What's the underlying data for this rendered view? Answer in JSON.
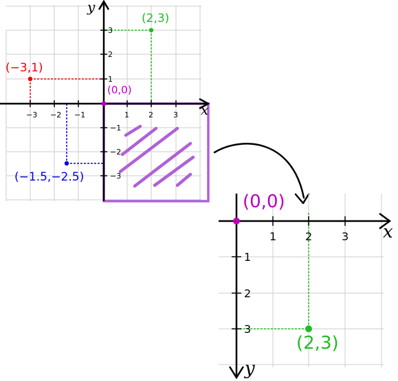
{
  "colors": {
    "red": "#ee0000",
    "green": "#22bb22",
    "blue": "#0000dd",
    "magenta": "#bb00bb",
    "purple": "#b060d8",
    "grid": "#cccccc",
    "axis": "#000000"
  },
  "top_plot": {
    "x_axis_label": "x",
    "y_axis_label": "y",
    "x_ticks": [
      "−3",
      "−2",
      "−1",
      "1",
      "2",
      "3"
    ],
    "y_ticks_pos": [
      "3",
      "2",
      "1"
    ],
    "y_ticks_neg": [
      "−1",
      "−2",
      "−3"
    ],
    "points": {
      "green": "(2,3)",
      "red": "(−3,1)",
      "origin": "(0,0)",
      "blue": "(−1.5,−2.5)"
    }
  },
  "bottom_plot": {
    "x_axis_label": "x",
    "y_axis_label": "y",
    "x_ticks": [
      "1",
      "2",
      "3"
    ],
    "y_ticks": [
      "1",
      "2",
      "3"
    ],
    "points": {
      "origin": "(0,0)",
      "green": "(2,3)"
    }
  },
  "arrow_icon": "curved-arrow-icon"
}
